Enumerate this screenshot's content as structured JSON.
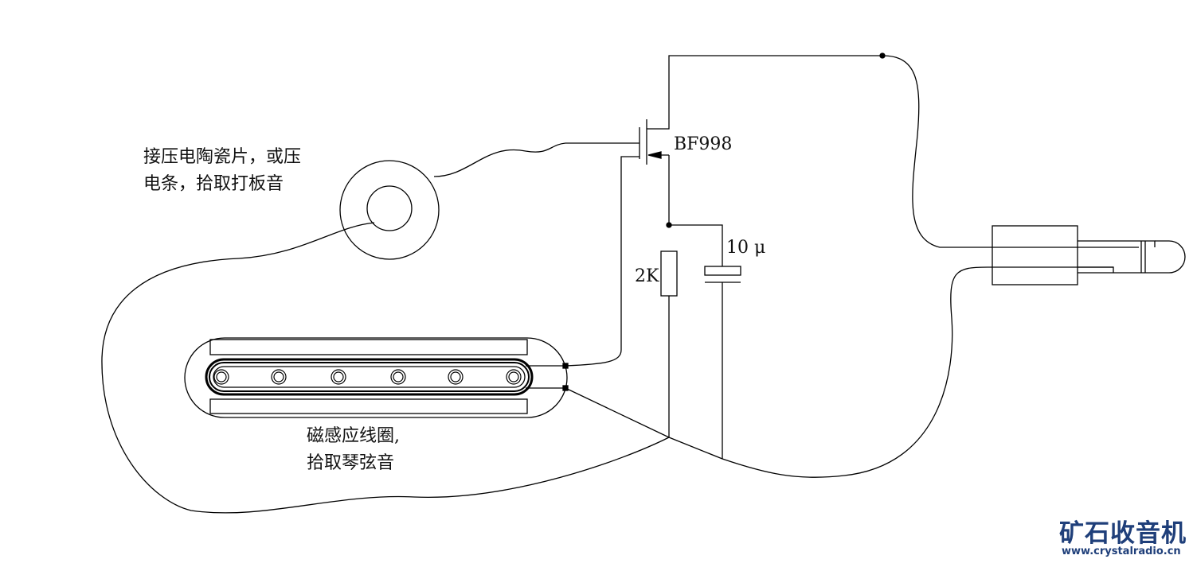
{
  "labels": {
    "piezo_line1": "接压电陶瓷片，或压",
    "piezo_line2": "电条，拾取打板音",
    "coil_line1": "磁感应线圈,",
    "coil_line2": "拾取琴弦音",
    "transistor": "BF998",
    "resistor": "2K",
    "capacitor": "10 μ"
  },
  "logo": {
    "name": "矿石收音机",
    "url": "www.crystalradio.cn"
  }
}
